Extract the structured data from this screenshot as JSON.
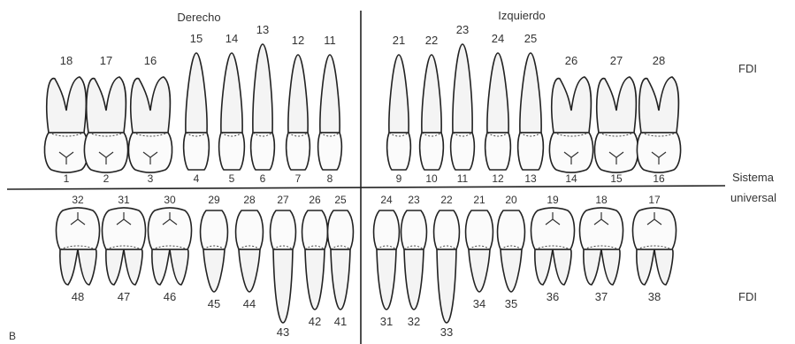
{
  "header": {
    "right_label": "Derecho",
    "left_label": "Izquierdo"
  },
  "side_labels": {
    "fdi_upper": "FDI",
    "universal_1": "Sistema",
    "universal_2": "universal",
    "fdi_lower": "FDI"
  },
  "corner_label": "B",
  "upper": {
    "fdi": [
      "18",
      "17",
      "16",
      "15",
      "14",
      "13",
      "12",
      "11",
      "21",
      "22",
      "23",
      "24",
      "25",
      "26",
      "27",
      "28"
    ],
    "universal": [
      "1",
      "2",
      "3",
      "4",
      "5",
      "6",
      "7",
      "8",
      "9",
      "10",
      "11",
      "12",
      "13",
      "14",
      "15",
      "16"
    ],
    "types": [
      "molar",
      "molar",
      "molar",
      "premolar",
      "premolar",
      "canine",
      "incisor",
      "incisor",
      "incisor",
      "incisor",
      "canine",
      "premolar",
      "premolar",
      "molar",
      "molar",
      "molar"
    ]
  },
  "lower": {
    "universal": [
      "32",
      "31",
      "30",
      "29",
      "28",
      "27",
      "26",
      "25",
      "24",
      "23",
      "22",
      "21",
      "20",
      "19",
      "18",
      "17"
    ],
    "fdi": [
      "48",
      "47",
      "46",
      "45",
      "44",
      "43",
      "42",
      "41",
      "31",
      "32",
      "33",
      "34",
      "35",
      "36",
      "37",
      "38"
    ],
    "types": [
      "molar",
      "molar",
      "molar",
      "premolar",
      "premolar",
      "canine",
      "incisor",
      "incisor",
      "incisor",
      "incisor",
      "canine",
      "premolar",
      "premolar",
      "molar",
      "molar",
      "molar"
    ]
  },
  "colors": {
    "ink": "#222222",
    "paper": "#ffffff"
  }
}
